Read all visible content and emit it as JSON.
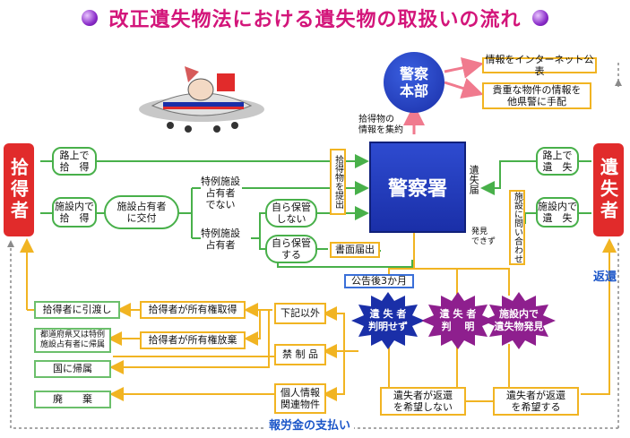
{
  "title": "改正遺失物法における遺失物の取扱いの流れ",
  "left_actor": "拾得者",
  "right_actor": "遺失者",
  "police_hq": "警察\n本部",
  "police_station": "警察署",
  "hq_actions": [
    "情報をインターネット公表",
    "貴重な物件の情報を\n他県警に手配"
  ],
  "hq_note": "拾得物の\n情報を集約",
  "find_road": "路上で\n拾　得",
  "find_facility": "施設内で\n拾　得",
  "give_owner": "施設占有者\nに交付",
  "special_not": "特例施設\n占有者\nでない",
  "special_yes": "特例施設\n占有者",
  "keep_no": "自ら保管\nしない",
  "keep_yes": "自ら保管\nする",
  "submit_item": "拾得物を提出",
  "written_notice": "書面届出",
  "lost_report": "遺失届",
  "lost_road": "路上で\n遺　失",
  "lost_facility": "施設内で\n遺　失",
  "inquiry": "施設に問い合わせ",
  "found_can": "発見\nできず",
  "announce": "公告後3か月",
  "outcome_unknown": "遺 失 者\n判明せず",
  "outcome_known": "遺 失 者\n判　 明",
  "outcome_found": "施設内で\n遺失物発見",
  "left_results": [
    "拾得者に引渡し",
    "都道府県又は特例\n施設占有者に帰属",
    "国に帰属",
    "廃　　棄"
  ],
  "mid_results": [
    "拾得者が所有権取得",
    "拾得者が所有権放棄"
  ],
  "categories": [
    "下記以外",
    "禁 制 品",
    "個人情報\n関連物件"
  ],
  "want_no": "遺失者が返還\nを希望しない",
  "want_yes": "遺失者が返還\nを希望する",
  "return_label": "返還",
  "reward_label": "報労金の支払い",
  "colors": {
    "accent": "#d3157a",
    "red": "#e12b2b",
    "navy": "#1a2fa8",
    "purple": "#8e1f8e",
    "orange": "#f1b422",
    "green": "#48b04a",
    "pink": "#f07a8e"
  }
}
